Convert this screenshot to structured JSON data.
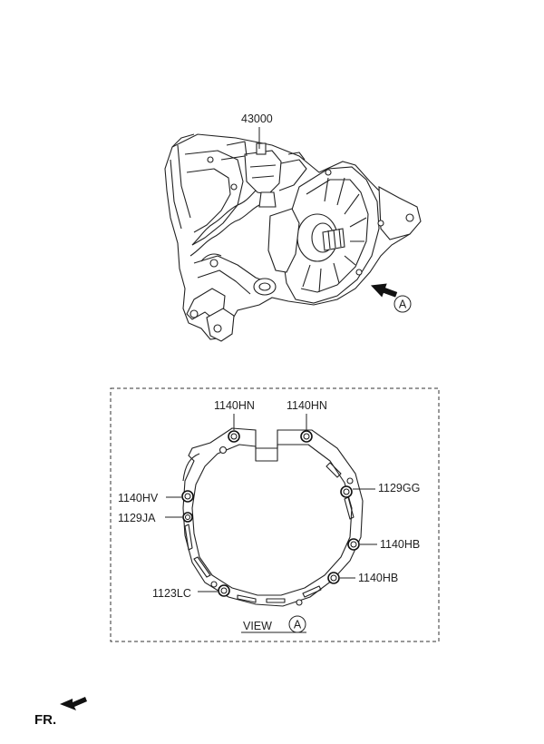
{
  "assembly": {
    "part_number": "43000",
    "view_marker": "A"
  },
  "view": {
    "caption": "VIEW",
    "marker": "A"
  },
  "callouts": {
    "top_left": "1140HN",
    "top_right": "1140HN",
    "left_upper": "1140HV",
    "left_lower": "1129JA",
    "right_upper": "1129GG",
    "right_middle": "1140HB",
    "right_lower": "1140HB",
    "bottom_left": "1123LC"
  },
  "orientation": {
    "label": "FR."
  }
}
